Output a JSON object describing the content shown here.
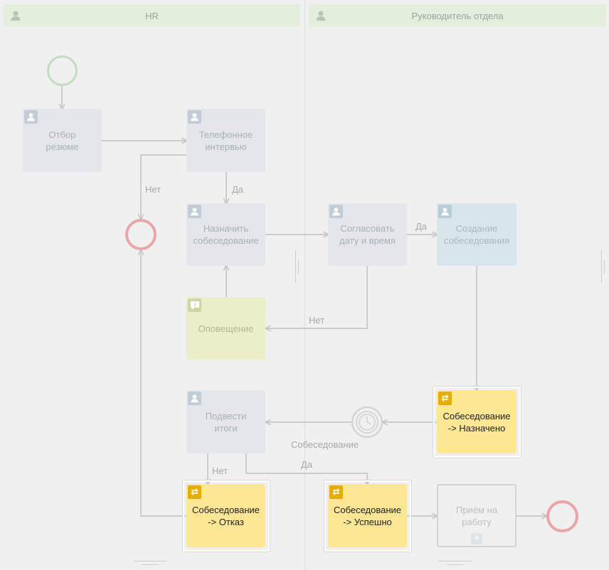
{
  "lanes": [
    {
      "title": "HR"
    },
    {
      "title": "Руководитель отдела"
    }
  ],
  "tasks": {
    "resume": "Отбор\nрезюме",
    "phone": "Телефонное\nинтервью",
    "assign": "Назначить\nсобеседование",
    "agree": "Согласовать\nдату и время",
    "create": "Создание\nсобеседования",
    "notify": "Оповещение",
    "summary": "Подвести\nитоги",
    "status_assigned": "Собеседование\n-> Назначено",
    "status_reject": "Собеседование\n-> Отказ",
    "status_success": "Собеседование\n-> Успешно",
    "hire": "Приём на\nработу"
  },
  "flow_labels": {
    "no_1": "Нет",
    "yes_1": "Да",
    "yes_2": "Да",
    "no_2": "Нет",
    "timer": "Собеседование",
    "no_3": "Нет",
    "yes_3": "Да"
  },
  "icons": {
    "lane": "user-icon",
    "task": "user-icon",
    "notify": "alert-icon",
    "status": "swap-icon",
    "timer": "clock-icon",
    "subprocess": "plus-icon"
  },
  "colors": {
    "start_event": "#c3dcc0",
    "end_event": "#e8a6a8",
    "status_task": "#fde694",
    "status_badge": "#e5ad00"
  }
}
